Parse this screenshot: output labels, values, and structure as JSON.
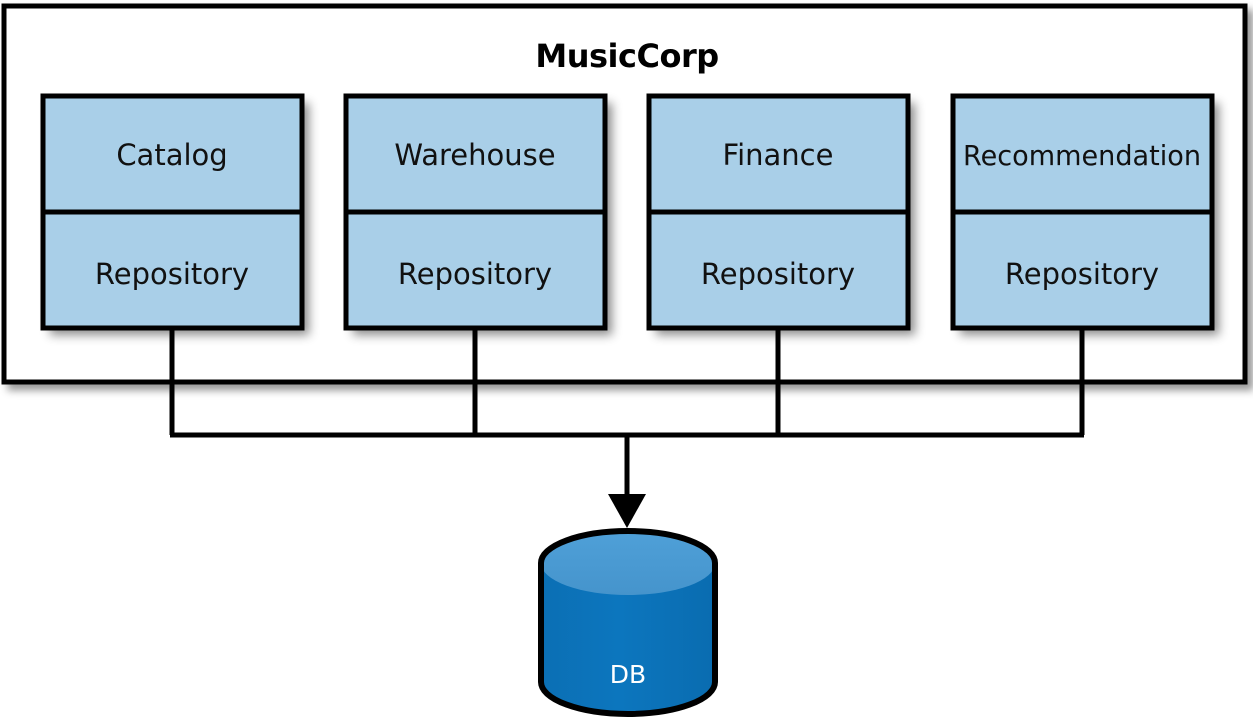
{
  "diagram": {
    "title": "MusicCorp",
    "type": "architecture-diagram",
    "services": [
      {
        "name": "Catalog",
        "layer_label": "Repository"
      },
      {
        "name": "Warehouse",
        "layer_label": "Repository"
      },
      {
        "name": "Finance",
        "layer_label": "Repository"
      },
      {
        "name": "Recommendation",
        "layer_label": "Repository"
      }
    ],
    "database": {
      "label": "DB"
    },
    "colors": {
      "service_fill": "#a9cfe8",
      "stroke": "#000000",
      "db_body": "#0c76be",
      "db_top": "#4a9bd4",
      "db_text": "#ffffff",
      "background": "#ffffff"
    }
  }
}
